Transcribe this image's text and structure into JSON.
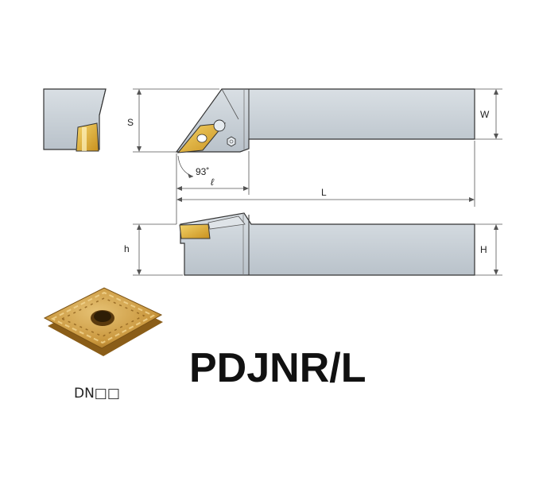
{
  "title": "PDJNR/L",
  "insert_code": "DN□□",
  "dimensions": {
    "S": "S",
    "W": "W",
    "angle": "93˚",
    "ell": "ℓ",
    "L": "L",
    "h": "h",
    "H": "H"
  },
  "colors": {
    "body": "#c9d1d8",
    "outline": "#333333",
    "insert_gold": "#e0b23a",
    "dimension_line": "#555555"
  }
}
